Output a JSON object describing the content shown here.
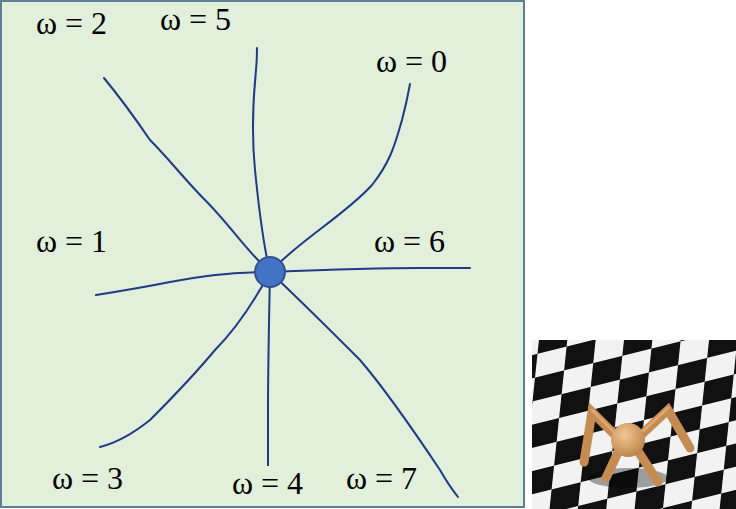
{
  "diagram": {
    "labels": [
      "ω = 2",
      "ω = 5",
      "ω = 0",
      "ω = 1",
      "ω = 6",
      "ω = 3",
      "ω = 4",
      "ω = 7"
    ]
  }
}
